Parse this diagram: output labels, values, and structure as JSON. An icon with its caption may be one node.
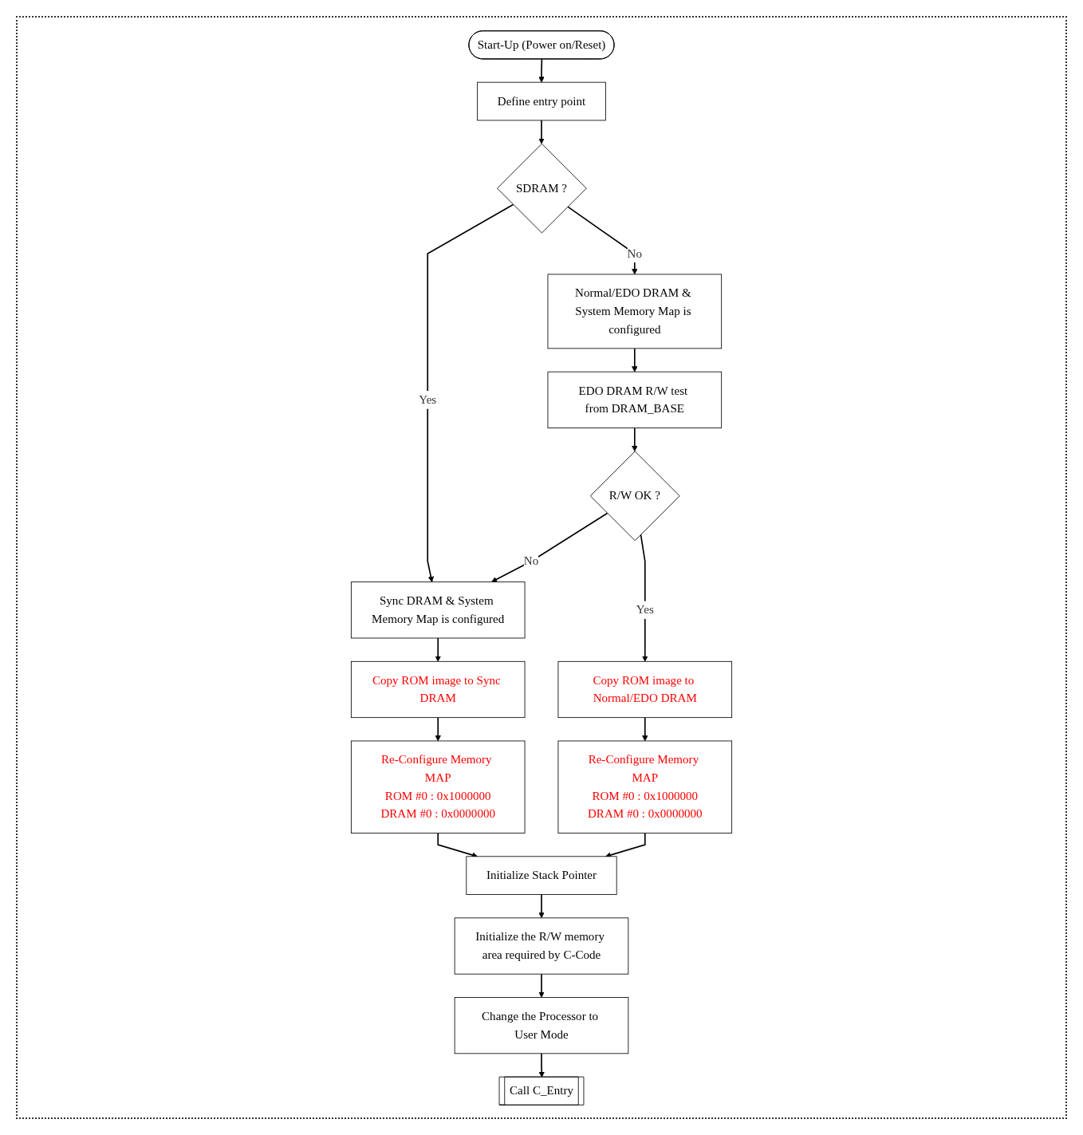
{
  "diagram": {
    "nodes": [
      {
        "text": [
          "Start-Up (Power on/Reset)"
        ]
      },
      {
        "text": [
          "Define entry point"
        ]
      },
      {
        "text": [
          "SDRAM ?"
        ]
      },
      {
        "text": [
          "Normal/EDO DRAM & System Memory Map is configured"
        ]
      },
      {
        "text": [
          "EDO DRAM R/W test from DRAM_BASE"
        ]
      },
      {
        "text": [
          "R/W OK ?"
        ]
      },
      {
        "text": [
          "Sync DRAM & System Memory Map is configured"
        ]
      },
      {
        "text": [
          "Copy ROM image to Sync DRAM"
        ]
      },
      {
        "text": [
          "Re-Configure Memory MAP",
          "ROM #0 : 0x1000000",
          "DRAM #0 : 0x0000000"
        ]
      },
      {
        "text": [
          "Copy ROM image to Normal/EDO DRAM"
        ]
      },
      {
        "text": [
          "Re-Configure Memory MAP",
          "ROM #0 : 0x1000000",
          "DRAM #0 : 0x0000000"
        ]
      },
      {
        "text": [
          "Initialize Stack Pointer"
        ]
      },
      {
        "text": [
          "Initialize the R/W memory area required by C-Code"
        ]
      },
      {
        "text": [
          "Change the Processor to User Mode"
        ]
      },
      {
        "text": [
          "Call C_Entry"
        ]
      }
    ],
    "edges": [
      {
        "from": 0,
        "to": 1,
        "arrow": "to"
      },
      {
        "from": 1,
        "to": 2,
        "arrow": "to"
      },
      {
        "from": 2,
        "to": 3,
        "arrow": "to",
        "label": "No"
      },
      {
        "from": 2,
        "to": 6,
        "arrow": "to",
        "label": "Yes"
      },
      {
        "from": 3,
        "to": 4,
        "arrow": "to"
      },
      {
        "from": 4,
        "to": 5,
        "arrow": "to"
      },
      {
        "from": 5,
        "to": 6,
        "arrow": "to",
        "label": "No"
      },
      {
        "from": 5,
        "to": 9,
        "arrow": "to",
        "label": "Yes"
      },
      {
        "from": 6,
        "to": 7,
        "arrow": "to"
      },
      {
        "from": 7,
        "to": 8,
        "arrow": "to"
      },
      {
        "from": 9,
        "to": 10,
        "arrow": "to"
      },
      {
        "from": 8,
        "to": 11,
        "arrow": "to"
      },
      {
        "from": 10,
        "to": 11,
        "arrow": "to"
      },
      {
        "from": 11,
        "to": 12,
        "arrow": "to"
      },
      {
        "from": 12,
        "to": 13,
        "arrow": "to"
      },
      {
        "from": 13,
        "to": 14,
        "arrow": "to"
      }
    ]
  }
}
